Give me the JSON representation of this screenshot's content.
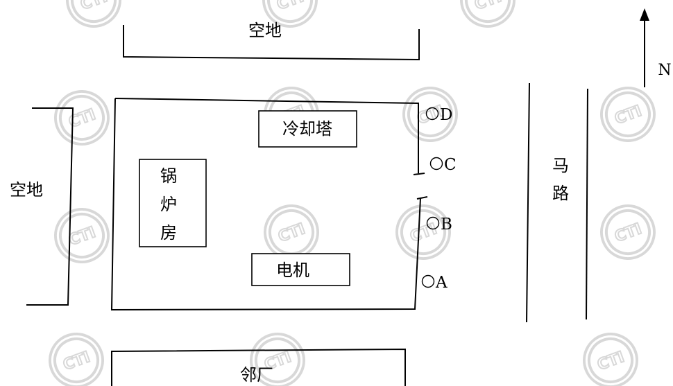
{
  "labels": {
    "top_open_land": "空地",
    "left_open_land": "空地",
    "neighbor_factory": "邻厂",
    "cooling_tower": "冷却塔",
    "boiler_room": [
      "锅",
      "炉",
      "房"
    ],
    "motor": "电机",
    "road": [
      "马",
      "路"
    ],
    "north": "N"
  },
  "monitoring_points": [
    {
      "id": "D",
      "label": "D"
    },
    {
      "id": "C",
      "label": "C"
    },
    {
      "id": "B",
      "label": "B"
    },
    {
      "id": "A",
      "label": "A"
    }
  ],
  "watermark": {
    "text": "CTI",
    "color": "#d8d8d8"
  }
}
